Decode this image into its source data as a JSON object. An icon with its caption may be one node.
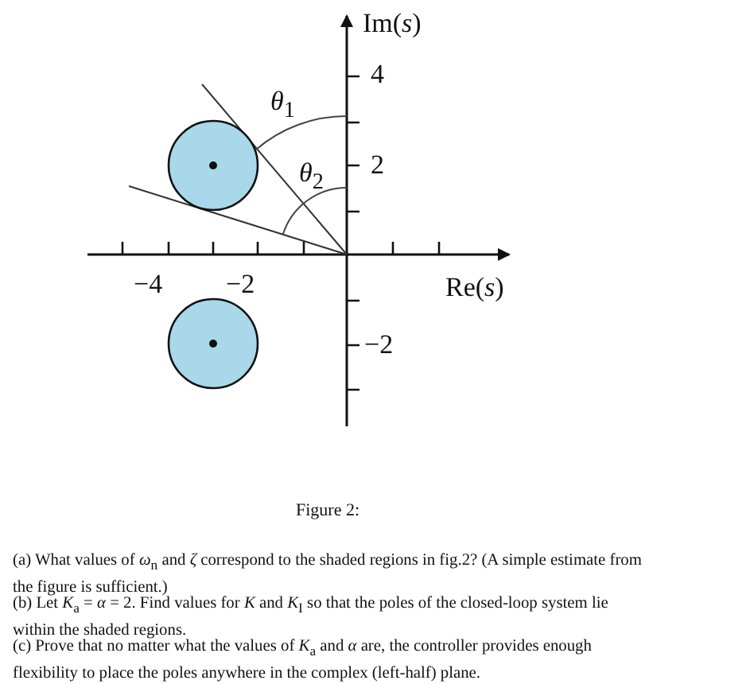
{
  "diagram": {
    "caption": "Figure 2:",
    "labels": [
      "Im(*s*)",
      "4",
      "*θ*$_{1}$",
      "2",
      "*θ*$_{2}$",
      "−4",
      "−2",
      "Re(*s*)",
      "−2",
      "(a) What values of *ω*$_{n}$ and *ζ* correspond to the shaded regions in fig.2? (A simple estimate from the figure is sufficient.)",
      "(b) Let *K*$_{a}$ = *α* = 2. Find values for *K* and *K*$_{I}$ so that the poles of the closed-loop system lie within the shaded regions.",
      "(c) Prove that no matter what the values of *K*$_{a}$ and *α* are, the controller provides enough flexibility to place the poles anywhere in the complex (left-half) plane."
    ]
  }
}
